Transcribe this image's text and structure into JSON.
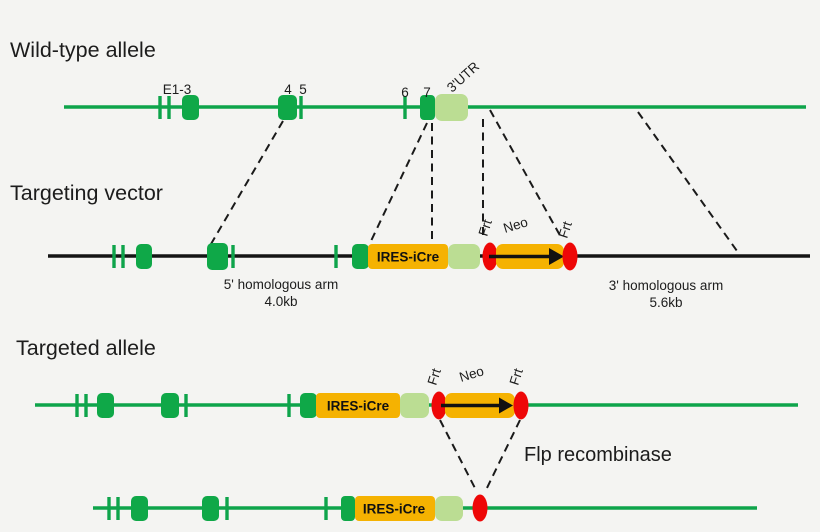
{
  "background": "#f4f4f2",
  "colors": {
    "gene_green": "#0ea44b",
    "exon_green": "#0fa848",
    "utr_light_green": "#bbdd93",
    "cassette_orange": "#f5b201",
    "frt_red": "#ee0707",
    "vector_line_black": "#141414",
    "text": "#1c1c1c"
  },
  "wild_type": {
    "title": "Wild-type allele",
    "exon_labels": {
      "e13": "E1-3",
      "e4": "4",
      "e5": "5",
      "e6": "6",
      "e7": "7",
      "utr": "3'UTR"
    }
  },
  "targeting_vector": {
    "title": "Targeting vector",
    "ires_icre_label": "IRES-iCre",
    "frt_left_label": "Frt",
    "neo_label": "Neo",
    "frt_right_label": "Frt",
    "arm5_label": "5' homologous arm",
    "arm5_size": "4.0kb",
    "arm3_label": "3' homologous arm",
    "arm3_size": "5.6kb"
  },
  "targeted_allele": {
    "title": "Targeted allele",
    "ires_icre_label": "IRES-iCre",
    "frt_left_label": "Frt",
    "neo_label": "Neo",
    "frt_right_label": "Frt"
  },
  "final_allele": {
    "ires_icre_label": "IRES-iCre",
    "flp_label": "Flp recombinase"
  }
}
